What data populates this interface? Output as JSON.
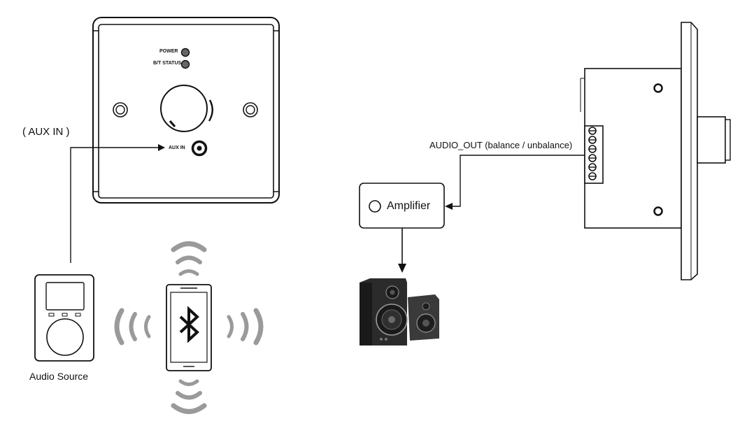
{
  "labels": {
    "aux_in_heading": "( AUX IN )",
    "panel_power": "POWER",
    "panel_bt_status": "B/T STATUS",
    "panel_aux_in": "AUX IN",
    "audio_source": "Audio Source",
    "audio_out": "AUDIO_OUT (balance / unbalance)",
    "amplifier": "Amplifier"
  },
  "icons": {
    "source_device": "mp3-player-icon",
    "phone": "smartphone-icon",
    "bluetooth": "bluetooth-icon",
    "speakers": "speakers-icon",
    "signal_waves": "wireless-signal-icon"
  },
  "colors": {
    "line": "#111111",
    "wave": "#9a9a9a",
    "speaker_body": "#2b2b2b"
  }
}
